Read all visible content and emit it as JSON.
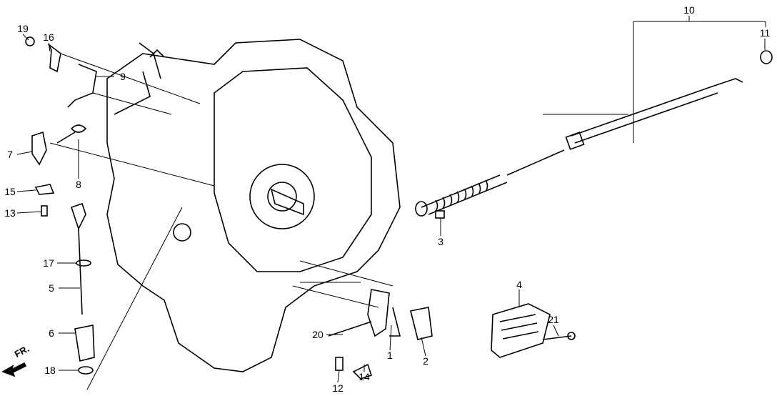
{
  "title": "Transmission housing, clutch cable and pedal parts diagram",
  "direction_label": "FR.",
  "callouts": [
    {
      "id": "19",
      "label": "19"
    },
    {
      "id": "16",
      "label": "16"
    },
    {
      "id": "9",
      "label": "9"
    },
    {
      "id": "7",
      "label": "7"
    },
    {
      "id": "8",
      "label": "8"
    },
    {
      "id": "15",
      "label": "15"
    },
    {
      "id": "13",
      "label": "13"
    },
    {
      "id": "17",
      "label": "17"
    },
    {
      "id": "5",
      "label": "5"
    },
    {
      "id": "6",
      "label": "6"
    },
    {
      "id": "18",
      "label": "18"
    },
    {
      "id": "20",
      "label": "20"
    },
    {
      "id": "12",
      "label": "12"
    },
    {
      "id": "14",
      "label": "14"
    },
    {
      "id": "1",
      "label": "1"
    },
    {
      "id": "2",
      "label": "2"
    },
    {
      "id": "3",
      "label": "3"
    },
    {
      "id": "4",
      "label": "4"
    },
    {
      "id": "21",
      "label": "21"
    },
    {
      "id": "10",
      "label": "10"
    },
    {
      "id": "11",
      "label": "11"
    }
  ]
}
